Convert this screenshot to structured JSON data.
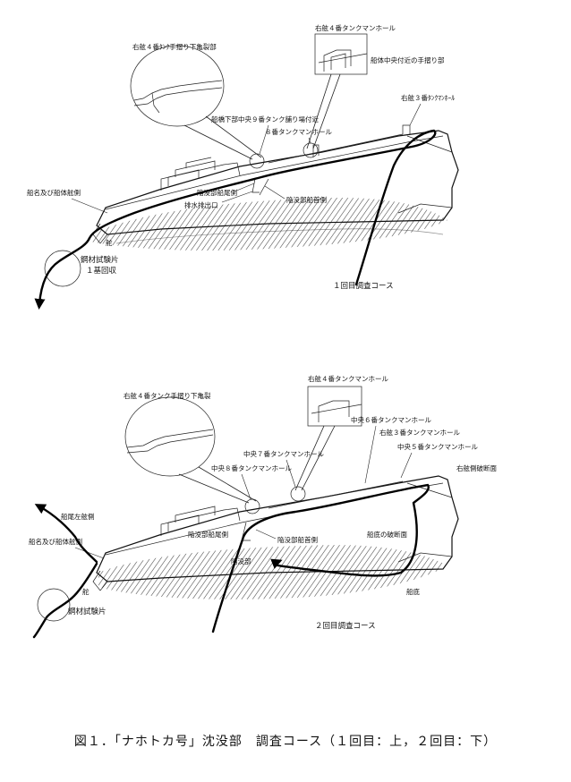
{
  "figure1": {
    "labels": {
      "upper_inset_left": "右舷４番ﾀﾝｸ手摺り下亀裂部",
      "upper_inset_right_title": "右舷４番タンクマンホール",
      "upper_inset_right_sub": "船体中央付近の手摺り部",
      "starboard_tank3": "右舷３番ﾀﾝｸﾏﾝﾎｰﾙ",
      "bridge_lower": "船橋下部中央９番タンク舗り場付近",
      "tank8": "８番タンクマンホール",
      "stern_side": "船名及び船体舷側",
      "sinking_stern": "陥没部船尾側",
      "sinking_bow": "陥没部船首側",
      "drain": "排水排出口",
      "rudder": "舵",
      "steel_sample": "鋼材試験片",
      "steel_sample_sub": "１基回収",
      "course": "１回目調査コース"
    }
  },
  "figure2": {
    "labels": {
      "inset_left": "右舷４番タンク手摺り下亀裂",
      "inset_right_title": "右舷４番タンクマンホール",
      "center6": "中央６番タンクマンホール",
      "starboard3": "右舷３番タンクマンホール",
      "center7": "中央７番タンクマンホール",
      "center5": "中央５番タンクマンホール",
      "center8": "中央８番タンクマンホール",
      "bow_section": "右舷側破断面",
      "stern_port": "船尾左舷側",
      "stern_side": "船名及び船体舷側",
      "sinking_stern": "陥没部船尾側",
      "sinking_bow": "陥没部船首側",
      "bottom_section": "船底の破断面",
      "sinking": "陥没部",
      "rudder": "舵",
      "bottom": "船底",
      "steel_sample": "鋼材試験片",
      "course": "２回目調査コース"
    }
  },
  "caption": "図１．「ナホトカ号」沈没部　調査コース（１回目：上，２回目：下）"
}
